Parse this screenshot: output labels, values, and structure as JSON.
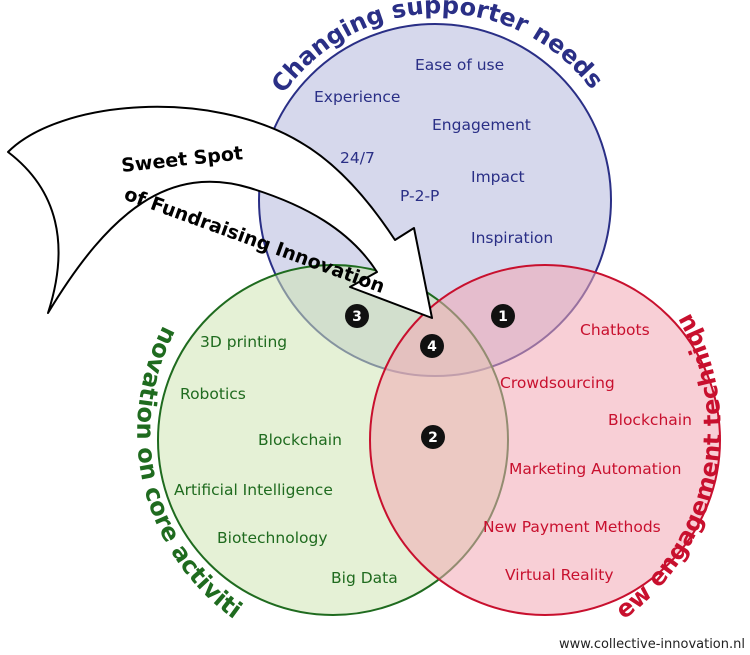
{
  "colors": {
    "blue": "#2a2f86",
    "blue_fill": "#b4b8dc",
    "green": "#1f6b1f",
    "green_fill": "#cfe6b4",
    "red": "#c8102e",
    "red_fill": "#f3a8b4"
  },
  "circles": {
    "top": {
      "title": "Changing supporter needs",
      "items": [
        "Ease of use",
        "Experience",
        "Engagement",
        "24/7",
        "Impact",
        "P-2-P",
        "Inspiration"
      ]
    },
    "left": {
      "title": "Innovation on core activities",
      "items": [
        "3D printing",
        "Robotics",
        "Blockchain",
        "Artificial Intelligence",
        "Biotechnology",
        "Big Data"
      ]
    },
    "right": {
      "title": "New engagement techniques",
      "items": [
        "Chatbots",
        "Crowdsourcing",
        "Blockchain",
        "Marketing Automation",
        "New Payment Methods",
        "Virtual Reality"
      ]
    }
  },
  "badges": [
    "1",
    "2",
    "3",
    "4"
  ],
  "arrow": {
    "line1": "Sweet Spot",
    "line2": "of Fundraising Innovation"
  },
  "source": "www.collective-innovation.nl"
}
